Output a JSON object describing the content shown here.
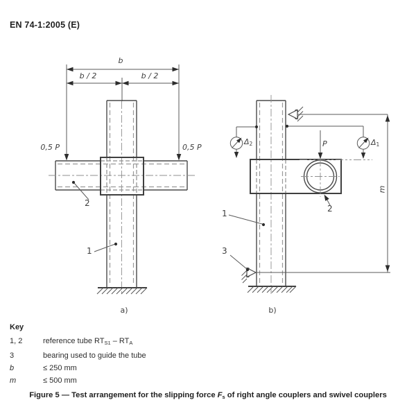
{
  "header": {
    "title": "EN 74-1:2005 (E)"
  },
  "diagram_a": {
    "dim_b": "b",
    "dim_b2_left": "b / 2",
    "dim_b2_right": "b / 2",
    "force_left": "0,5 P",
    "force_right": "0,5 P",
    "label_1": "1",
    "label_2": "2",
    "caption": "a)"
  },
  "diagram_b": {
    "delta2": {
      "base": "Δ",
      "sub": "2"
    },
    "delta1": {
      "base": "Δ",
      "sub": "1"
    },
    "force": "P",
    "label_1": "1",
    "label_2": "2",
    "label_3": "3",
    "dim_m": "m",
    "caption": "b)"
  },
  "key": {
    "title": "Key",
    "rows": [
      {
        "term": "1, 2",
        "value": {
          "p1": "reference tube RT",
          "sub1": "S1",
          "p2": " – RT",
          "sub2": "A"
        }
      },
      {
        "term": "3",
        "value": "bearing used to guide the tube"
      },
      {
        "term": "b",
        "value": "≤ 250 mm"
      },
      {
        "term": "m",
        "value": "≤ 500 mm"
      }
    ]
  },
  "figure_caption": {
    "p1": "Figure 5 — Test arrangement for the slipping force ",
    "f": "F",
    "sub": "s",
    "p2": " of right angle couplers and swivel couplers"
  }
}
